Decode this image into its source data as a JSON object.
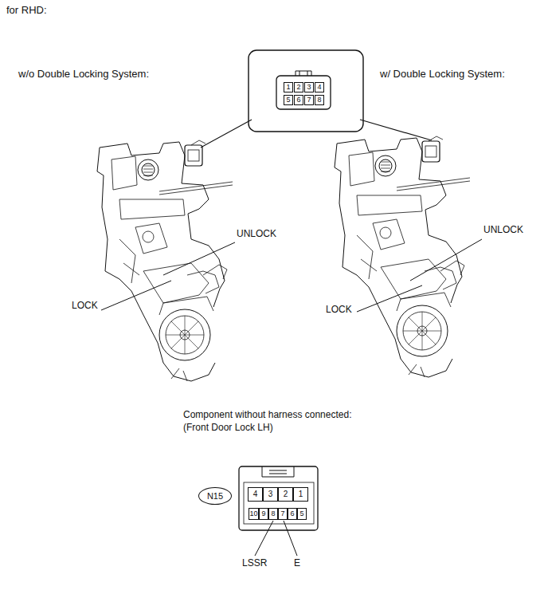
{
  "diagram": {
    "title": "for RHD:",
    "nodes": [
      {
        "text": [
          "1"
        ]
      },
      {
        "text": [
          "2"
        ]
      },
      {
        "text": [
          "3"
        ]
      },
      {
        "text": [
          "4"
        ]
      },
      {
        "text": [
          "5"
        ]
      },
      {
        "text": [
          "6"
        ]
      },
      {
        "text": [
          "7"
        ]
      },
      {
        "text": [
          "8"
        ]
      },
      {
        "text": [
          "N15"
        ]
      },
      {
        "text": [
          "4"
        ]
      },
      {
        "text": [
          "3"
        ]
      },
      {
        "text": [
          "2"
        ]
      },
      {
        "text": [
          "1"
        ]
      },
      {
        "text": [
          "10"
        ]
      },
      {
        "text": [
          "9"
        ]
      },
      {
        "text": [
          "8"
        ]
      },
      {
        "text": [
          "7"
        ]
      },
      {
        "text": [
          "6"
        ]
      },
      {
        "text": [
          "5"
        ]
      }
    ],
    "labels": [
      "w/o Double Locking System:",
      "w/ Double Locking System:",
      "UNLOCK",
      "LOCK",
      "UNLOCK",
      "LOCK",
      "Component without harness connected:",
      "(Front Door Lock LH)",
      "LSSR",
      "E"
    ]
  }
}
